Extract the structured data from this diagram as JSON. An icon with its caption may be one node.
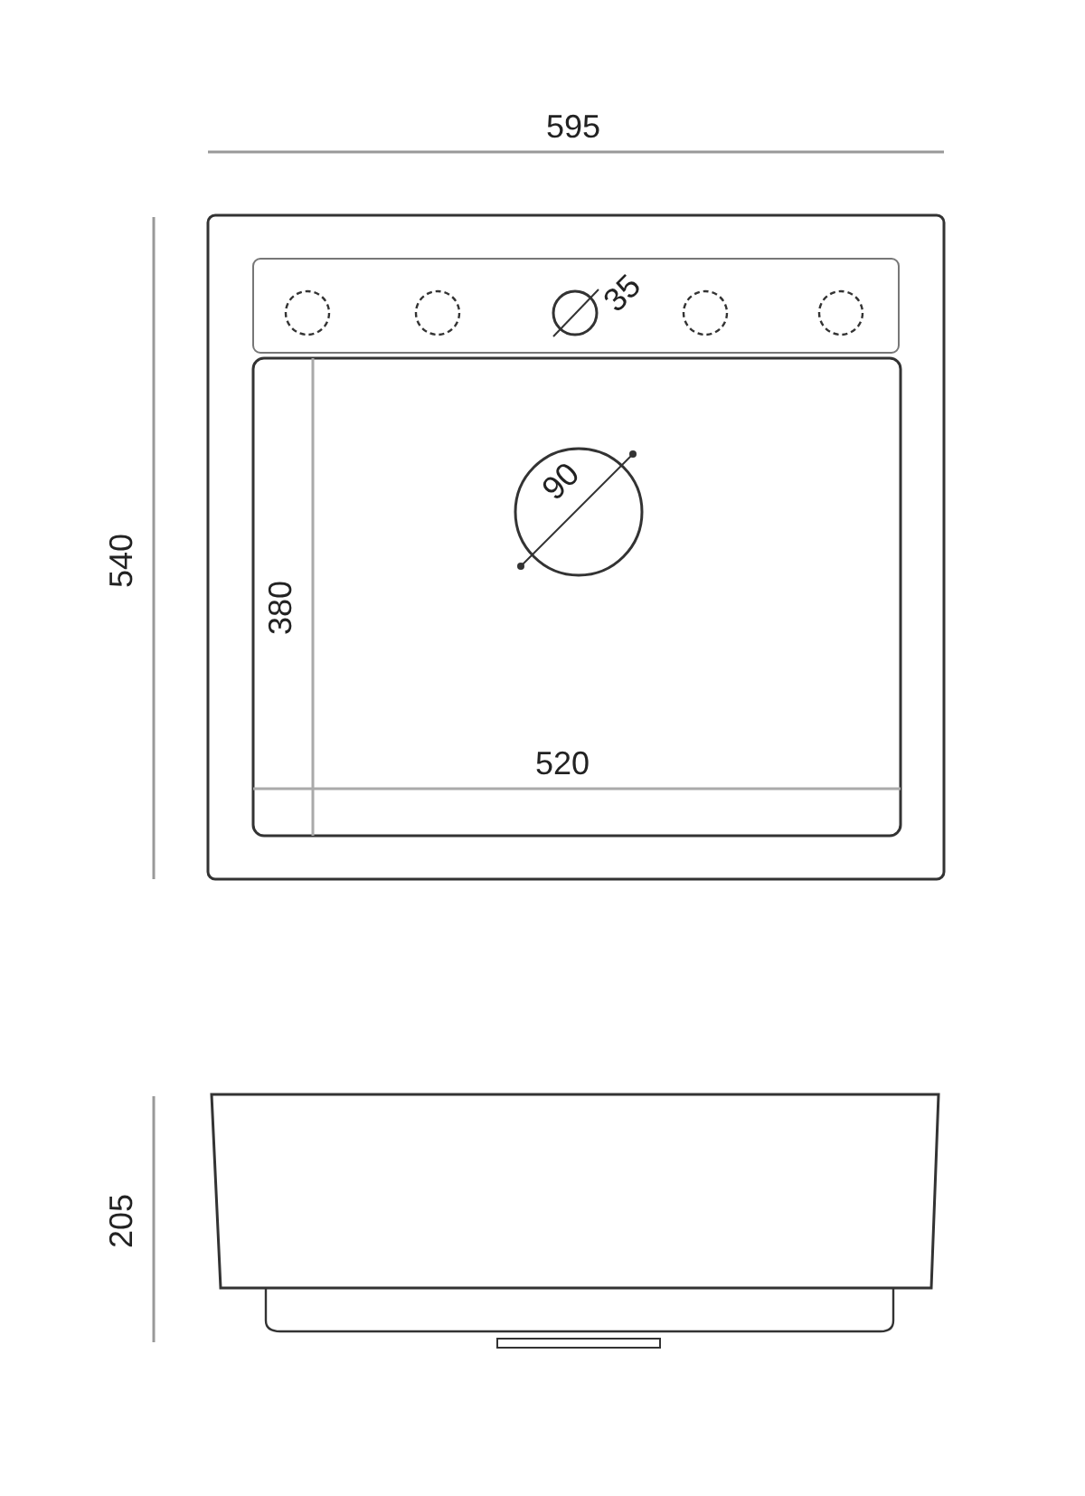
{
  "diagram": {
    "labels": [
      "595",
      "540",
      "35",
      "90",
      "380",
      "520",
      "205"
    ]
  }
}
